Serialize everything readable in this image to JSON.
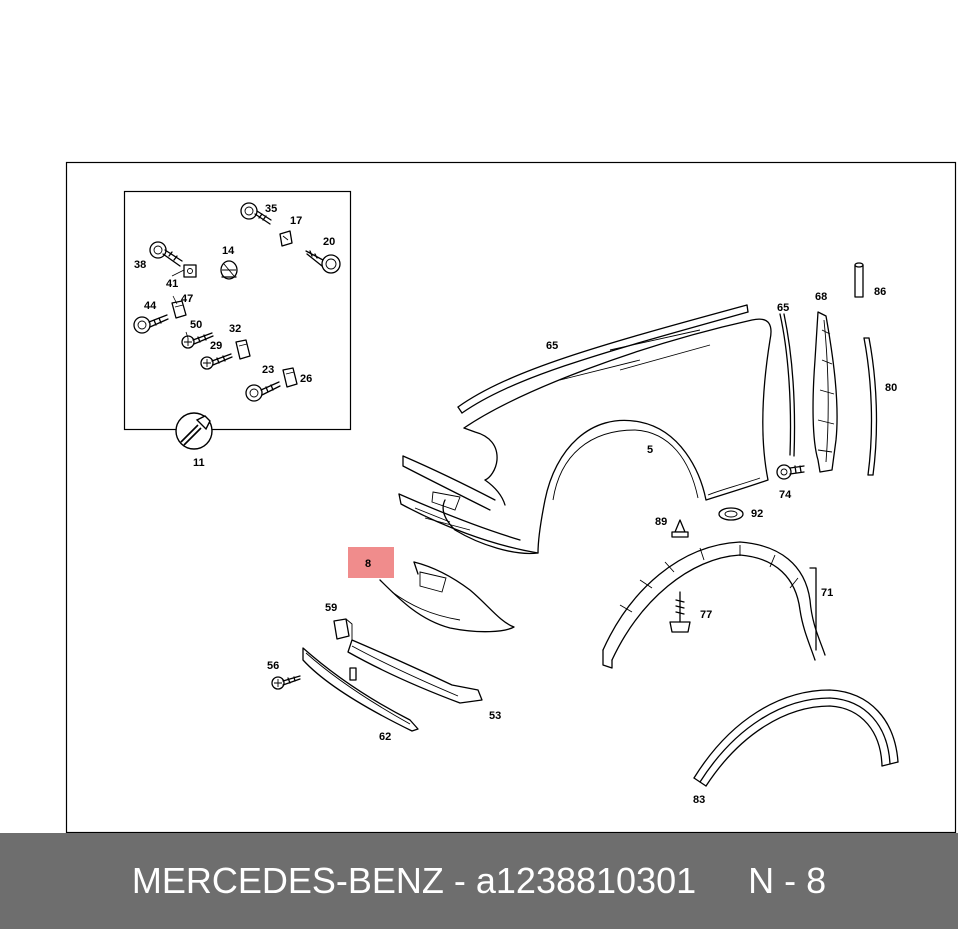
{
  "diagram": {
    "highlight_color": "#f08c8c",
    "callouts": {
      "c35": "35",
      "c17": "17",
      "c20": "20",
      "c14": "14",
      "c38": "38",
      "c41": "41",
      "c44": "44",
      "c47": "47",
      "c50": "50",
      "c32": "32",
      "c29": "29",
      "c23": "23",
      "c26": "26",
      "c11": "11",
      "c65a": "65",
      "c5": "5",
      "c65b": "65",
      "c68": "68",
      "c86": "86",
      "c80": "80",
      "c74": "74",
      "c89": "89",
      "c92": "92",
      "c8": "8",
      "c71": "71",
      "c77": "77",
      "c59": "59",
      "c56": "56",
      "c53": "53",
      "c62": "62",
      "c83": "83"
    }
  },
  "footer": {
    "brand": "MERCEDES-BENZ",
    "separator": " - ",
    "part_number": "a1238810301",
    "position_label": "N - 8"
  }
}
